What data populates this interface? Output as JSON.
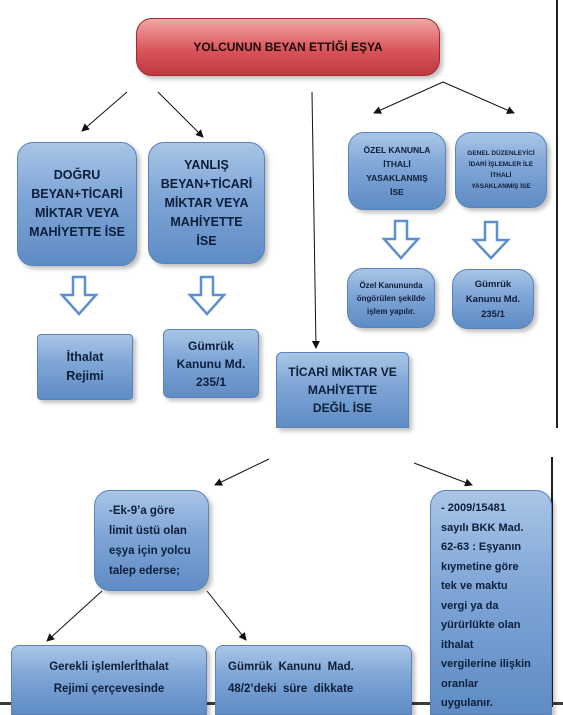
{
  "title": "YOLCUNUN BEYAN ETTİĞİ EŞYA",
  "box_dogru": [
    "DOĞRU",
    "BEYAN+TİCARİ",
    "MİKTAR VEYA",
    "MAHİYETTE İSE"
  ],
  "box_yanlis": [
    "YANLIŞ",
    "BEYAN+TİCARİ",
    "MİKTAR VEYA",
    "MAHİYETTE",
    "İSE"
  ],
  "box_ozel": [
    "ÖZEL KANUNLA",
    "İTHALİ",
    "YASAKLANMIŞ",
    "İSE"
  ],
  "box_genel": [
    "GENEL DÜZENLEYİCİ",
    "İDARİ İŞLEMLER İLE",
    "İTHALİ",
    "YASAKLANMIŞ İSE"
  ],
  "box_ozel_result": [
    "Özel Kanununda",
    "öngörülen şekilde",
    "işlem yapılır."
  ],
  "box_gumruk_small": [
    "Gümrük",
    "Kanunu Md.",
    "235/1"
  ],
  "box_ithalat": [
    "İthalat",
    "Rejimi"
  ],
  "box_gumruk_mid": [
    "Gümrük",
    "Kanunu Md.",
    "235/1"
  ],
  "box_ticari": [
    "TİCARİ MİKTAR VE",
    "MAHİYETTE",
    "DEĞİL İSE"
  ],
  "box_ek9": [
    "-Ek-9’a  göre",
    "limit üstü olan",
    "eşya için yolcu",
    "talep ederse;"
  ],
  "box_bkk": [
    "- 2009/15481",
    "sayılı BKK Mad.",
    "62-63 : Eşyanın",
    "kıymetine göre",
    "tek ve maktu",
    "vergi ya da",
    "yürürlükte olan",
    "ithalat",
    "vergilerine ilişkin",
    "oranlar",
    "uygulanır."
  ],
  "box_gerekli": [
    "Gerekli işlemlerİthalat",
    "Rejimi çerçevesinde"
  ],
  "box_madde48": [
    "Gümrük  Kanunu  Mad.",
    "48/2’deki  süre  dikkate"
  ]
}
